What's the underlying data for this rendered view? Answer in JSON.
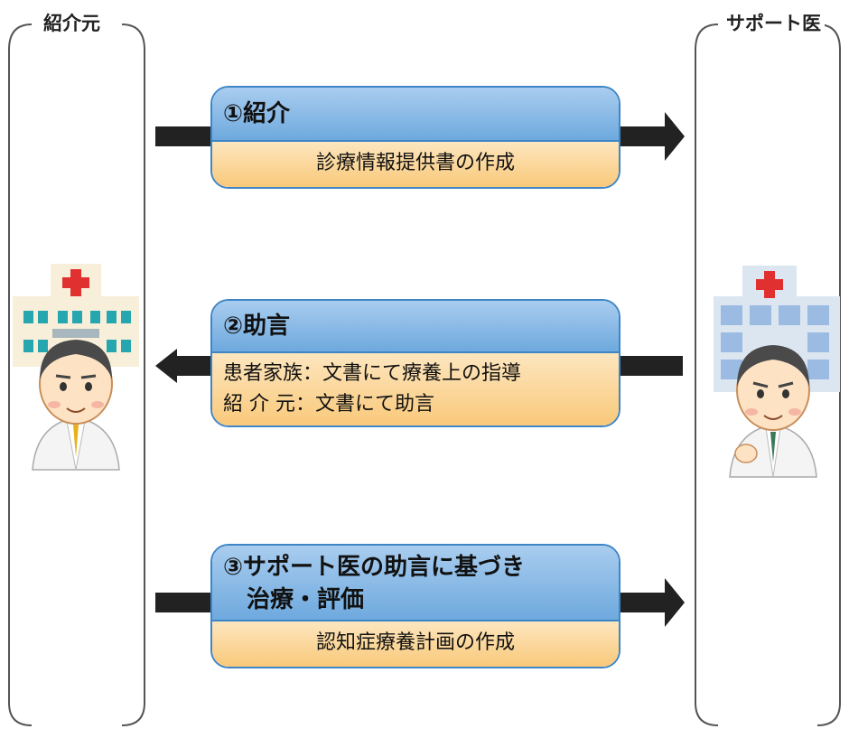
{
  "left_column": {
    "label": "紹介元"
  },
  "right_column": {
    "label": "サポート医"
  },
  "steps": [
    {
      "title": "①紹介",
      "details": [
        "診療情報提供書の作成"
      ]
    },
    {
      "title": "②助言",
      "details": [
        "患者家族：文書にて療養上の指導",
        "紹 介 元：文書にて助言"
      ]
    },
    {
      "title_lines": [
        "③サポート医の助言に基づき",
        "　治療・評価"
      ],
      "details": [
        "認知症療養計画の作成"
      ]
    }
  ],
  "colors": {
    "header_blue": "#6ea9de",
    "header_border": "#3f86c6",
    "body_orange": "#f9c97a",
    "arrow": "#222222",
    "cross_red": "#e03030",
    "left_building": "#f7efd9",
    "right_building": "#dbe6f1"
  },
  "icons": {
    "left": "hospital-building-icon",
    "right": "hospital-building-icon",
    "doctor": "doctor-icon",
    "arrow": "arrow-icon"
  }
}
